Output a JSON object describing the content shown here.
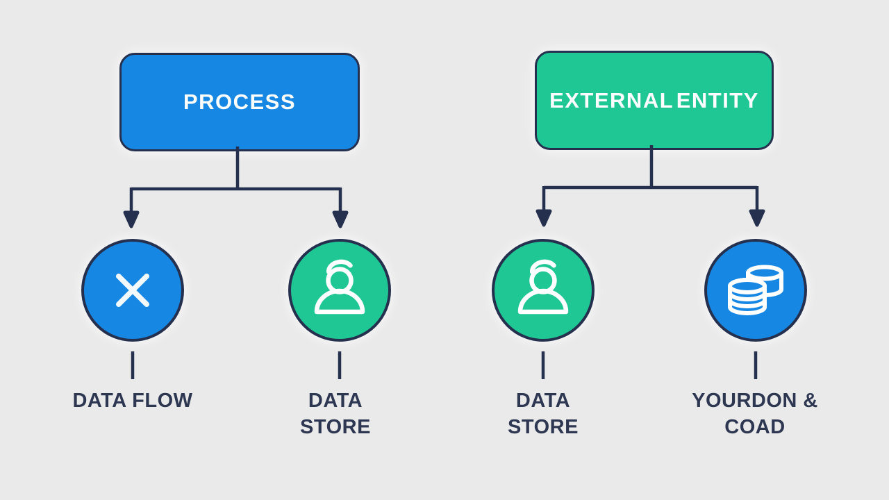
{
  "palette": {
    "background": "#eaeaea",
    "blue": "#1787e4",
    "green": "#1fc794",
    "outline_navy": "#25304e",
    "label_text": "#2e3752",
    "icon_white": "#f2faff"
  },
  "boxes": [
    {
      "label": "PROCESS",
      "color": "#1787e4"
    },
    {
      "label": "EXTERNAL ENTITY",
      "color": "#1fc794"
    }
  ],
  "nodes": [
    {
      "icon": "x-cross-icon",
      "circle_color": "#1787e4",
      "label_line1": "DATA FLOW",
      "label_line2": ""
    },
    {
      "icon": "person-icon",
      "circle_color": "#1fc794",
      "label_line1": "DATA",
      "label_line2": "STORE"
    },
    {
      "icon": "person-icon",
      "circle_color": "#1fc794",
      "label_line1": "DATA",
      "label_line2": "STORE"
    },
    {
      "icon": "database-icon",
      "circle_color": "#1787e4",
      "label_line1": "YOURDON &",
      "label_line2": "COAD"
    }
  ]
}
